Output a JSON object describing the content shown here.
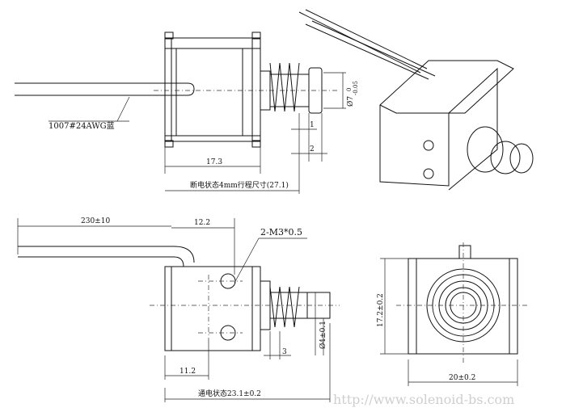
{
  "drawing": {
    "wire_spec": "1007#24AWG",
    "wire_spec_suffix": "蓝",
    "dim_top_length": "17.3",
    "dim_top_1": "1",
    "dim_top_2": "2",
    "dim_top_diameter": "Ø7",
    "dim_top_diameter_tol": "-0.05",
    "dim_top_diameter_tol2": "0",
    "caption_off_state": "断电状态4mm行程尺寸(27.1)",
    "dim_wire_length": "230±10",
    "dim_12_2": "12.2",
    "screw_label": "2-M3*0.5",
    "dim_11_2": "11.2",
    "dim_3": "3",
    "dim_plunger_dia": "Ø4±0.1",
    "caption_on_state": "通电状态23.1±0.2",
    "dim_height": "17.2±0.2",
    "dim_width": "20±0.2",
    "watermark": "http://www.solenoid-bs.com"
  }
}
